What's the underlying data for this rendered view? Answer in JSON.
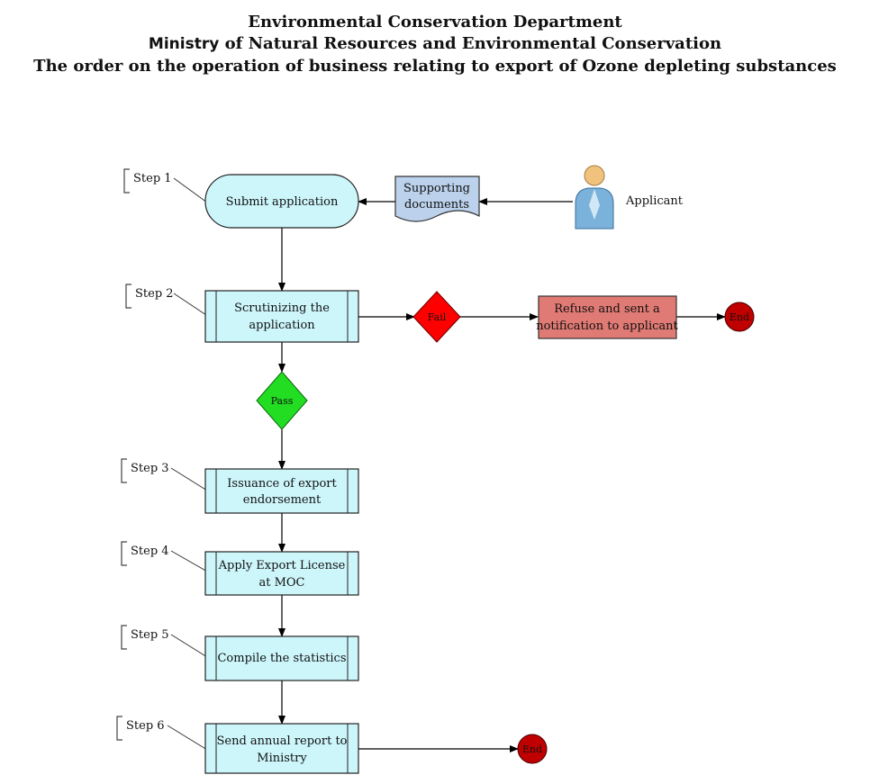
{
  "header": {
    "line1": "Environmental Conservation Department",
    "ministry_word": "Ministry",
    "line2_rest": " of Natural Resources and Environmental Conservation",
    "line3": "The order on the operation of business relating to export of Ozone depleting substances"
  },
  "steps": {
    "s1": "Step 1",
    "s2": "Step 2",
    "s3": "Step 3",
    "s4": "Step 4",
    "s5": "Step 5",
    "s6": "Step 6"
  },
  "nodes": {
    "submit": "Submit application",
    "supporting_1": "Supporting",
    "supporting_2": "documents",
    "applicant": "Applicant",
    "scrutinize_1": "Scrutinizing the",
    "scrutinize_2": "application",
    "fail": "Fail",
    "refuse_1": "Refuse and sent a",
    "refuse_2": "notification to applicant",
    "end1": "End",
    "pass": "Pass",
    "issuance_1": "Issuance of export",
    "issuance_2": "endorsement",
    "apply_1": "Apply Export License",
    "apply_2": "at MOC",
    "compile": "Compile the statistics",
    "send_1": "Send annual report to",
    "send_2": "Ministry",
    "end2": "End"
  },
  "colors": {
    "process_fill": "#cdf6fb",
    "fail_fill": "#ff0000",
    "pass_fill": "#22dd22",
    "refuse_fill": "#e07a74",
    "end_fill": "#c00000"
  }
}
